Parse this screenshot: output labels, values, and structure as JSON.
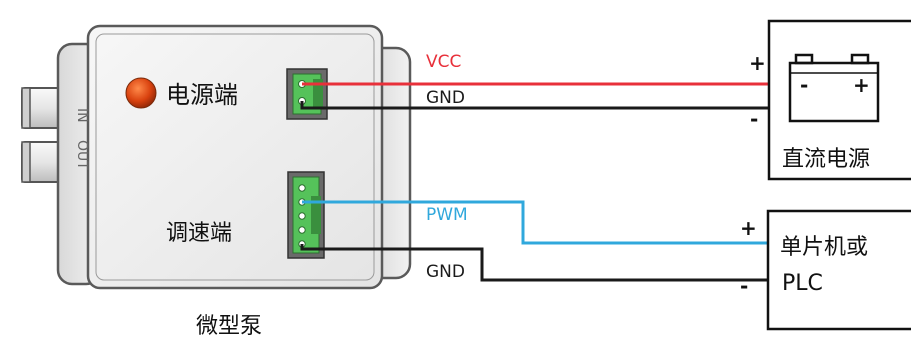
{
  "device": {
    "name": "微型泵",
    "power_port_label": "电源端",
    "speed_port_label": "调速端",
    "port_in_label": "IN",
    "port_out_label": "OUT"
  },
  "wires": {
    "vcc_label": "VCC",
    "gnd_top_label": "GND",
    "pwm_label": "PWM",
    "gnd_bottom_label": "GND",
    "vcc_color": "#e8303a",
    "gnd_color": "#1a1a1a",
    "pwm_color": "#30a8dc"
  },
  "power_supply": {
    "label": "直流电源",
    "plus_sign": "+",
    "minus_sign": "-",
    "battery_plus": "+",
    "battery_minus": "-"
  },
  "controller": {
    "label_line1": "单片机或",
    "label_line2": "PLC",
    "plus_sign": "+",
    "minus_sign": "-"
  },
  "colors": {
    "led": "#d9420f",
    "connector_green": "#55c25a",
    "body_fill": "#f0f0f0",
    "body_stroke": "#5a5a5a"
  }
}
